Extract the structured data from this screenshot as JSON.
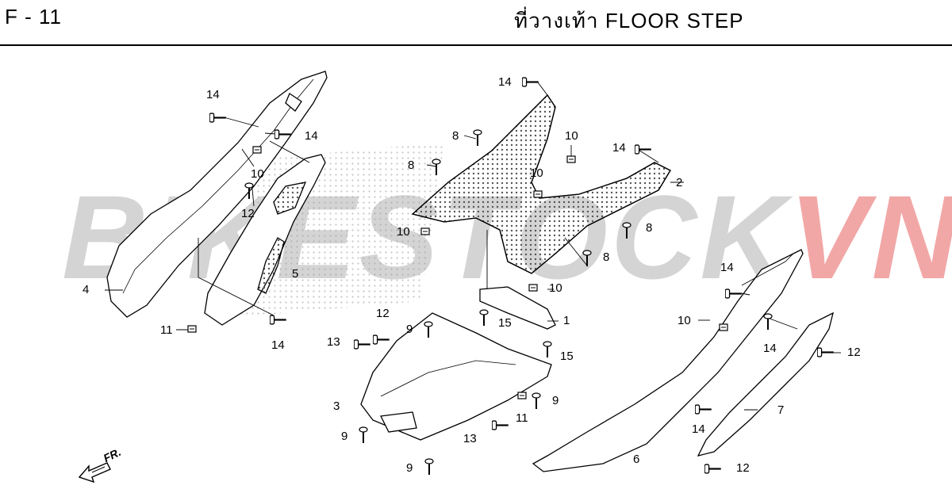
{
  "header": {
    "page_code": "F - 11",
    "title": "ที่วางเท้า  FLOOR STEP"
  },
  "watermark": {
    "part_a": "BIKESTOCK",
    "part_b": "VN",
    "color_a": "#d4d4d4",
    "color_b": "#f2a7a7"
  },
  "front_label": "FR.",
  "callouts": [
    {
      "id": "c14a",
      "label": "14"
    },
    {
      "id": "c14b",
      "label": "14"
    },
    {
      "id": "c10a",
      "label": "10"
    },
    {
      "id": "c12a",
      "label": "12"
    },
    {
      "id": "c4",
      "label": "4"
    },
    {
      "id": "c5",
      "label": "5"
    },
    {
      "id": "c11a",
      "label": "11"
    },
    {
      "id": "c14c",
      "label": "14"
    },
    {
      "id": "c14d",
      "label": "14"
    },
    {
      "id": "c8a",
      "label": "8"
    },
    {
      "id": "c8b",
      "label": "8"
    },
    {
      "id": "c10b",
      "label": "10"
    },
    {
      "id": "c10c",
      "label": "10"
    },
    {
      "id": "c14e",
      "label": "14"
    },
    {
      "id": "c2",
      "label": "2"
    },
    {
      "id": "c10d",
      "label": "10"
    },
    {
      "id": "c8c",
      "label": "8"
    },
    {
      "id": "c8d",
      "label": "8"
    },
    {
      "id": "c10e",
      "label": "10"
    },
    {
      "id": "c1",
      "label": "1"
    },
    {
      "id": "c15a",
      "label": "15"
    },
    {
      "id": "c15b",
      "label": "15"
    },
    {
      "id": "c12b",
      "label": "12"
    },
    {
      "id": "c9a",
      "label": "9"
    },
    {
      "id": "c13a",
      "label": "13"
    },
    {
      "id": "c3",
      "label": "3"
    },
    {
      "id": "c9b",
      "label": "9"
    },
    {
      "id": "c11b",
      "label": "11"
    },
    {
      "id": "c9c",
      "label": "9"
    },
    {
      "id": "c13b",
      "label": "13"
    },
    {
      "id": "c9d",
      "label": "9"
    },
    {
      "id": "c14f",
      "label": "14"
    },
    {
      "id": "c10f",
      "label": "10"
    },
    {
      "id": "c14g",
      "label": "14"
    },
    {
      "id": "c12c",
      "label": "12"
    },
    {
      "id": "c7",
      "label": "7"
    },
    {
      "id": "c14h",
      "label": "14"
    },
    {
      "id": "c6",
      "label": "6"
    },
    {
      "id": "c12d",
      "label": "12"
    }
  ]
}
